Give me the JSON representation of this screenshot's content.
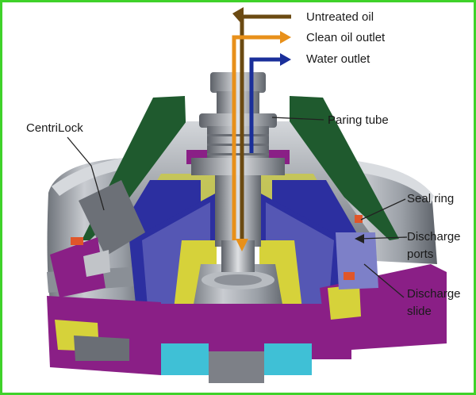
{
  "labels": {
    "untreated_oil": "Untreated oil",
    "clean_oil_outlet": "Clean oil outlet",
    "water_outlet": "Water outlet",
    "paring_tube": "Paring tube",
    "centrilock": "CentriLock",
    "seal_ring": "Seal ring",
    "discharge_ports_line1": "Discharge",
    "discharge_ports_line2": "ports",
    "discharge_slide_line1": "Discharge",
    "discharge_slide_line2": "slide"
  },
  "colors": {
    "frame_border": "#3fd22a",
    "untreated_oil_arrow": "#6b4a12",
    "clean_oil_arrow": "#e8901a",
    "water_outlet_arrow": "#1a2f9a",
    "steel": "#a9adb3",
    "bowl_dark_green": "#1f5a2e",
    "bowl_purple": "#8a1f86",
    "disc_stack_blue": "#2c2fa0",
    "yellow_parts": "#d6d23a",
    "cyan_parts": "#3fc0d6",
    "leader_line": "#222222"
  }
}
